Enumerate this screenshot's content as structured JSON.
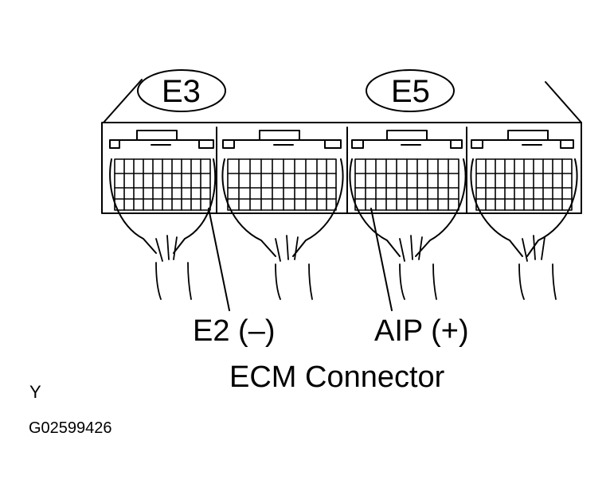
{
  "connectors": {
    "left_id": "E3",
    "right_id": "E5"
  },
  "callouts": {
    "left_terminal": "E2 (–)",
    "right_terminal": "AIP (+)"
  },
  "caption": "ECM Connector",
  "view_marker": "Y",
  "figure_code": "G02599426"
}
